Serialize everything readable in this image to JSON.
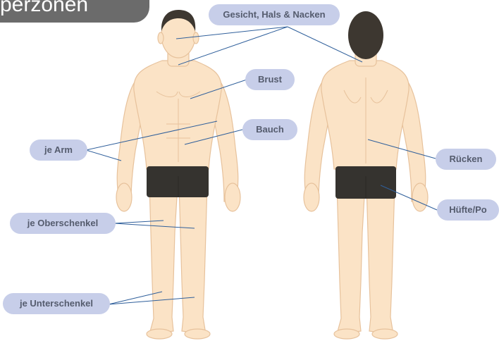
{
  "title": "rperzonen",
  "labels": {
    "face_neck": "Gesicht, Hals & Nacken",
    "chest": "Brust",
    "belly": "Bauch",
    "arm": "je Arm",
    "thigh": "je Oberschenkel",
    "lower_leg": "je Unterschenkel",
    "back": "Rücken",
    "hip": "Hüfte/Po"
  },
  "colors": {
    "skin": "#fbe3c6",
    "skin_outline": "#e7c29c",
    "hair": "#3d3730",
    "shorts": "#35332f",
    "label_bg": "#c7cee9",
    "label_text": "#555c6e",
    "leader_line": "#2f5f9b",
    "title_bg": "#6b6b6b"
  }
}
